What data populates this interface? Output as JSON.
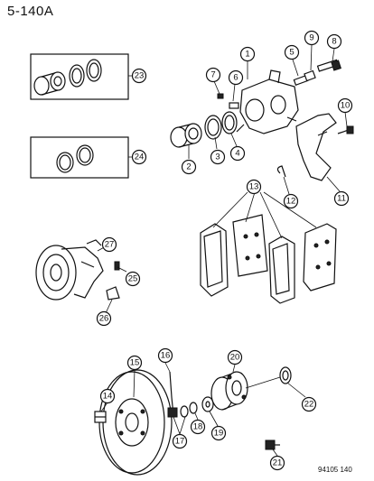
{
  "page_title": "5-140A",
  "footer_code": "94105 140",
  "callouts": [
    {
      "id": "c1",
      "label": "1"
    },
    {
      "id": "c2",
      "label": "2"
    },
    {
      "id": "c3",
      "label": "3"
    },
    {
      "id": "c4",
      "label": "4"
    },
    {
      "id": "c5",
      "label": "5"
    },
    {
      "id": "c6",
      "label": "6"
    },
    {
      "id": "c7",
      "label": "7"
    },
    {
      "id": "c8",
      "label": "8"
    },
    {
      "id": "c9",
      "label": "9"
    },
    {
      "id": "c10",
      "label": "10"
    },
    {
      "id": "c11",
      "label": "11"
    },
    {
      "id": "c12",
      "label": "12"
    },
    {
      "id": "c13",
      "label": "13"
    },
    {
      "id": "c14",
      "label": "14"
    },
    {
      "id": "c15",
      "label": "15"
    },
    {
      "id": "c16",
      "label": "16"
    },
    {
      "id": "c17",
      "label": "17"
    },
    {
      "id": "c18",
      "label": "18"
    },
    {
      "id": "c19",
      "label": "19"
    },
    {
      "id": "c20",
      "label": "20"
    },
    {
      "id": "c21",
      "label": "21"
    },
    {
      "id": "c22",
      "label": "22"
    },
    {
      "id": "c23",
      "label": "23"
    },
    {
      "id": "c24",
      "label": "24"
    },
    {
      "id": "c25",
      "label": "25"
    },
    {
      "id": "c26",
      "label": "26"
    },
    {
      "id": "c27",
      "label": "27"
    }
  ]
}
